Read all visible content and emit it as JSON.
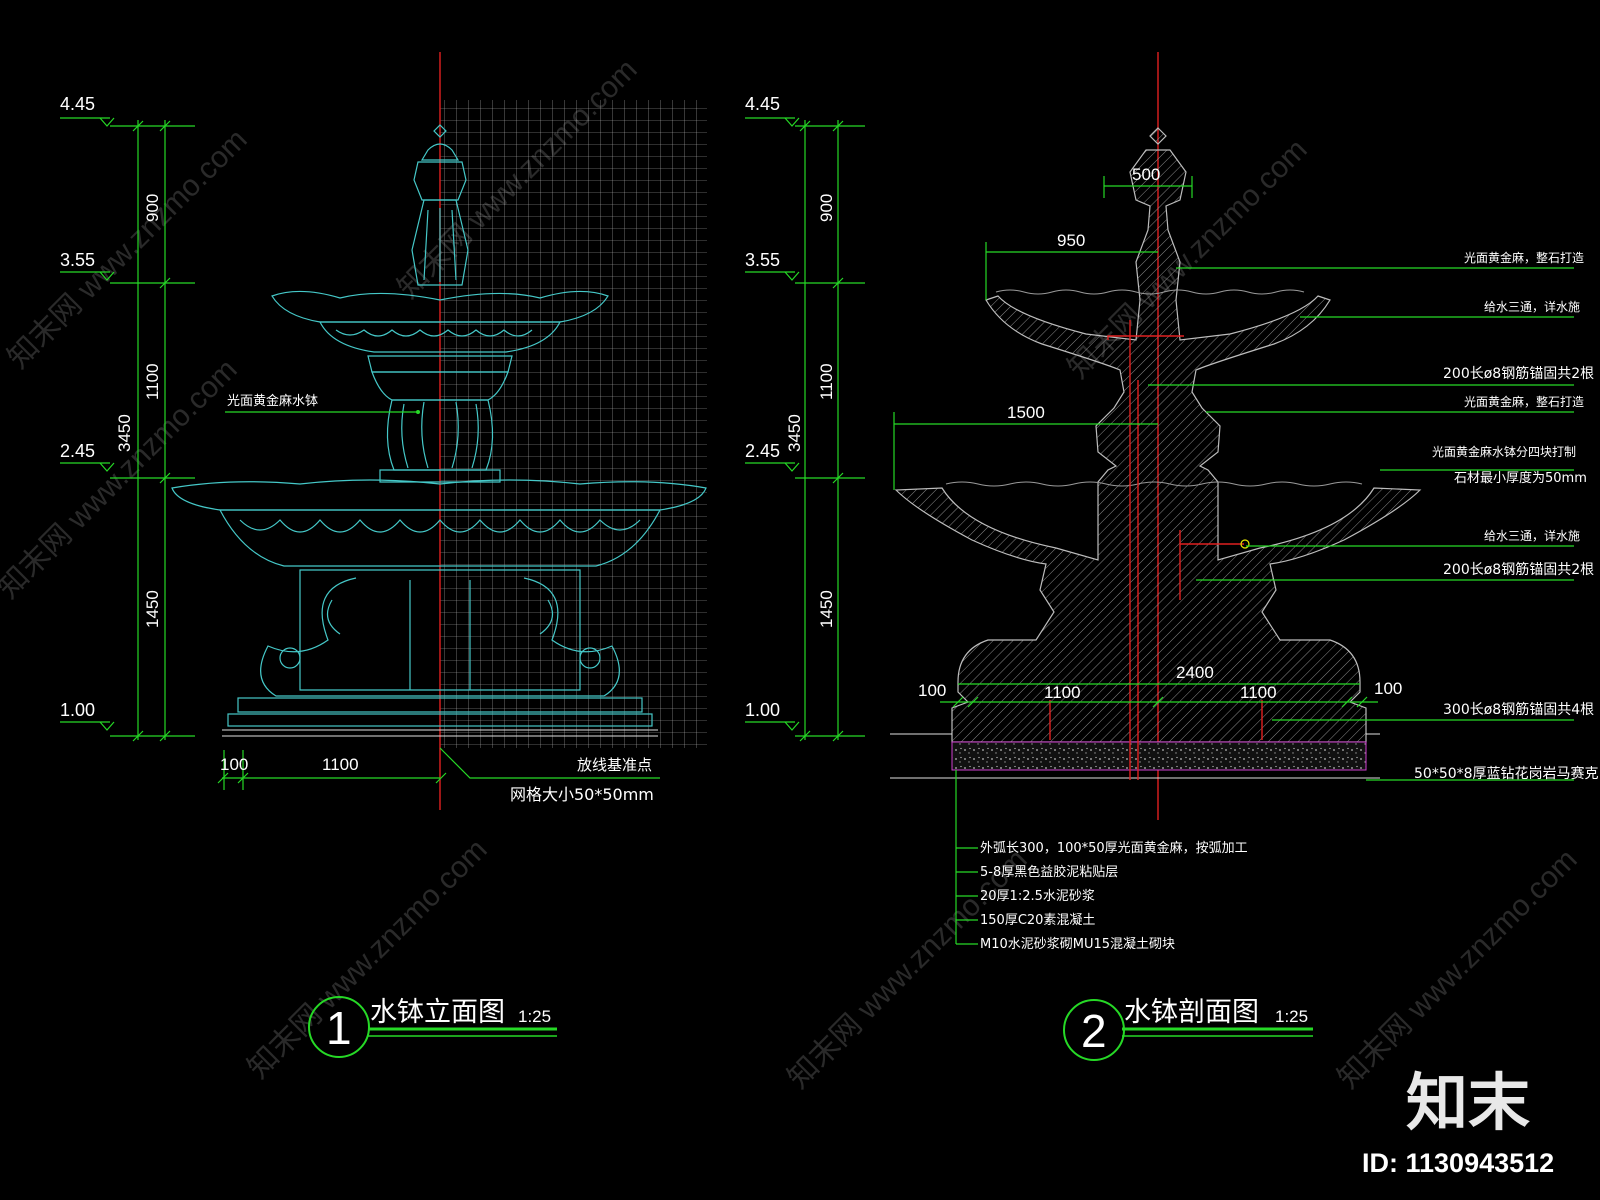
{
  "elevation_view": {
    "levels": [
      "4.45",
      "3.55",
      "2.45",
      "1.00"
    ],
    "dims_vertical": [
      "900",
      "1100",
      "3450",
      "1450"
    ],
    "dims_horizontal": [
      "100",
      "1100"
    ],
    "label_bowl": "光面黄金麻水钵",
    "label_baseline": "放线基准点",
    "label_grid": "网格大小50*50mm",
    "title_number": "1",
    "title": "水钵立面图",
    "scale": "1:25"
  },
  "section_view": {
    "levels": [
      "4.45",
      "3.55",
      "2.45",
      "1.00"
    ],
    "dims_vertical": [
      "900",
      "1100",
      "3450",
      "1450"
    ],
    "dims_internal": [
      "500",
      "950",
      "1500",
      "2400",
      "100",
      "1100",
      "1100",
      "100"
    ],
    "notes_right": [
      "光面黄金麻，整石打造",
      "给水三通，详水施",
      "200长ø8钢筋锚固共2根",
      "光面黄金麻，整石打造",
      "光面黄金麻水钵分四块打制",
      "石材最小厚度为50mm",
      "给水三通，详水施",
      "200长ø8钢筋锚固共2根",
      "300长ø8钢筋锚固共4根",
      "50*50*8厚蓝钻花岗岩马赛克"
    ],
    "notes_bottom": [
      "外弧长300，100*50厚光面黄金麻，按弧加工",
      "5-8厚黑色益胶泥粘贴层",
      "20厚1:2.5水泥砂浆",
      "150厚C20素混凝土",
      "M10水泥砂浆砌MU15混凝土砌块"
    ],
    "title_number": "2",
    "title": "水钵剖面图",
    "scale": "1:25"
  },
  "watermark": {
    "logo": "知末",
    "id": "ID: 1130943512",
    "repeat_text": "知末网 www.znzmo.com"
  },
  "colors": {
    "background": "#000000",
    "dimension": "#26d926",
    "outline": "#45c8c8",
    "axis": "#e02020",
    "hatch": "#8a8a8a",
    "text": "#ffffff"
  }
}
